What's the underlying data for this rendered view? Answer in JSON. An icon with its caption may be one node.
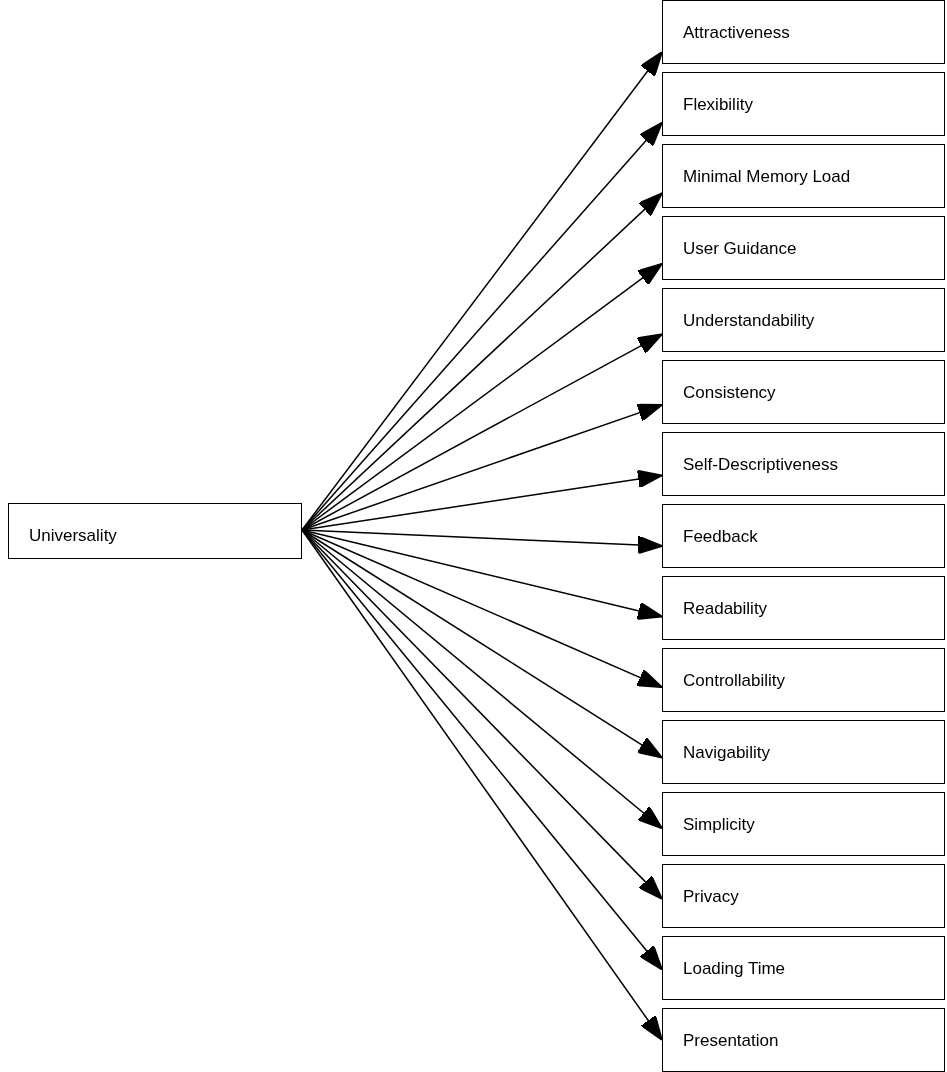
{
  "diagram": {
    "nodes": [
      {
        "text": [
          "Universality"
        ]
      },
      {
        "text": [
          "Attractiveness"
        ]
      },
      {
        "text": [
          "Flexibility"
        ]
      },
      {
        "text": [
          "Minimal Memory Load"
        ]
      },
      {
        "text": [
          "User Guidance"
        ]
      },
      {
        "text": [
          "Understandability"
        ]
      },
      {
        "text": [
          "Consistency"
        ]
      },
      {
        "text": [
          "Self-Descriptiveness"
        ]
      },
      {
        "text": [
          "Feedback"
        ]
      },
      {
        "text": [
          "Readability"
        ]
      },
      {
        "text": [
          "Controllability"
        ]
      },
      {
        "text": [
          "Navigability"
        ]
      },
      {
        "text": [
          "Simplicity"
        ]
      },
      {
        "text": [
          "Privacy"
        ]
      },
      {
        "text": [
          "Loading Time"
        ]
      },
      {
        "text": [
          "Presentation"
        ]
      }
    ],
    "edges": [
      {
        "from": 0,
        "to": 1,
        "arrow": "to"
      },
      {
        "from": 0,
        "to": 2,
        "arrow": "to"
      },
      {
        "from": 0,
        "to": 3,
        "arrow": "to"
      },
      {
        "from": 0,
        "to": 4,
        "arrow": "to"
      },
      {
        "from": 0,
        "to": 5,
        "arrow": "to"
      },
      {
        "from": 0,
        "to": 6,
        "arrow": "to"
      },
      {
        "from": 0,
        "to": 7,
        "arrow": "to"
      },
      {
        "from": 0,
        "to": 8,
        "arrow": "to"
      },
      {
        "from": 0,
        "to": 9,
        "arrow": "to"
      },
      {
        "from": 0,
        "to": 10,
        "arrow": "to"
      },
      {
        "from": 0,
        "to": 11,
        "arrow": "to"
      },
      {
        "from": 0,
        "to": 12,
        "arrow": "to"
      },
      {
        "from": 0,
        "to": 13,
        "arrow": "to"
      },
      {
        "from": 0,
        "to": 14,
        "arrow": "to"
      },
      {
        "from": 0,
        "to": 15,
        "arrow": "to"
      }
    ]
  }
}
